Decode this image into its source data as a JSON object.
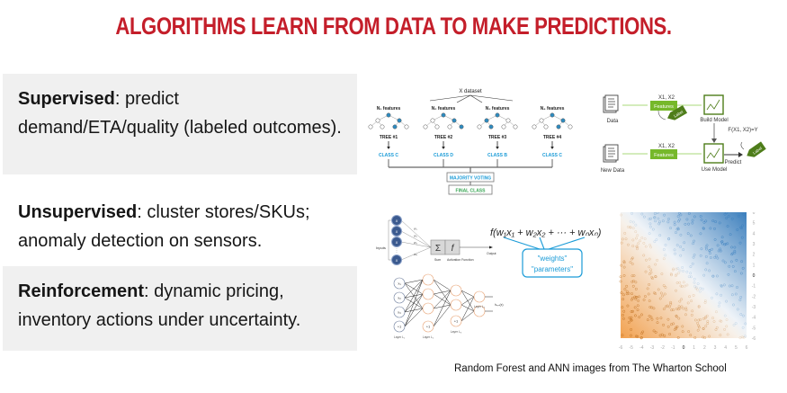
{
  "slide": {
    "title": "ALGORITHMS LEARN FROM DATA TO MAKE PREDICTIONS.",
    "items": [
      {
        "term": "Supervised",
        "text": ": predict demand/ETA/quality (labeled outcomes)."
      },
      {
        "term": "Unsupervised",
        "text": ": cluster stores/SKUs; anomaly detection on sensors."
      },
      {
        "term": "Reinforcement",
        "text": ": dynamic pricing, inventory actions under uncertainty."
      }
    ],
    "caption": "Random Forest and ANN images from The Wharton School"
  },
  "random_forest": {
    "dataset_label": "X dataset",
    "trees": [
      {
        "features": "N₁ features",
        "name": "TREE #1",
        "class": "CLASS C"
      },
      {
        "features": "N₂ features",
        "name": "TREE #2",
        "class": "CLASS D"
      },
      {
        "features": "N₃ features",
        "name": "TREE #3",
        "class": "CLASS B"
      },
      {
        "features": "N₄ features",
        "name": "TREE #4",
        "class": "CLASS C"
      }
    ],
    "voting_label": "MAJORITY VOTING",
    "final_label": "FINAL CLASS",
    "colors": {
      "node": "#2e8bc0",
      "class": "#1a9bd7",
      "final": "#3aa655"
    }
  },
  "ml_flow": {
    "data_label": "Data",
    "new_data_label": "New Data",
    "features_label": "Features",
    "inputs_label": "X1, X2",
    "label_tag": "Label",
    "build_model": "Build Model",
    "use_model": "Use Model",
    "function_label": "F(X1, X2)=Y",
    "predict_label": "Predict",
    "colors": {
      "green": "#76b82a",
      "dark_green": "#4e7d1a"
    }
  },
  "neural_net": {
    "inputs_label": "Inputs",
    "input_nodes": [
      "x",
      "x",
      "x",
      "x"
    ],
    "weights": [
      "w₁",
      "w₂",
      "w₃",
      "wₙ"
    ],
    "sum_symbol": "Σ",
    "activation_symbol": "f",
    "sum_label": "Sum",
    "activation_label": "Activation Function",
    "output_label": "Output",
    "formula": "f(w₁x₁ + w₂x₂ + ··· + wₙxₙ)",
    "weights_callout": "\"weights\"",
    "parameters_callout": "\"parameters\"",
    "layer_labels": [
      "Layer L₁",
      "Layer L₂",
      "Layer L₃",
      "Layer L₄"
    ],
    "layer1_nodes": [
      "x₁",
      "x₂",
      "x₃",
      "+1"
    ],
    "bias_label": "+1",
    "output_h": "hₐ,ₑ(x)",
    "colors": {
      "callout": "#1a9bd7",
      "orange": "#e8a070",
      "blue_node": "#3b5a8f"
    }
  },
  "classifier_plot": {
    "x_ticks": [
      "-6",
      "-5",
      "-4",
      "-3",
      "-2",
      "-1",
      "0",
      "1",
      "2",
      "3",
      "4",
      "5",
      "6"
    ],
    "y_ticks": [
      "6",
      "5",
      "4",
      "3",
      "2",
      "1",
      "0",
      "-1",
      "-2",
      "-3",
      "-4",
      "-5",
      "-6"
    ],
    "xlim": [
      -6,
      6
    ],
    "ylim": [
      -6,
      6
    ],
    "colors": {
      "positive": "#3a7fbf",
      "negative": "#f0a050"
    }
  }
}
